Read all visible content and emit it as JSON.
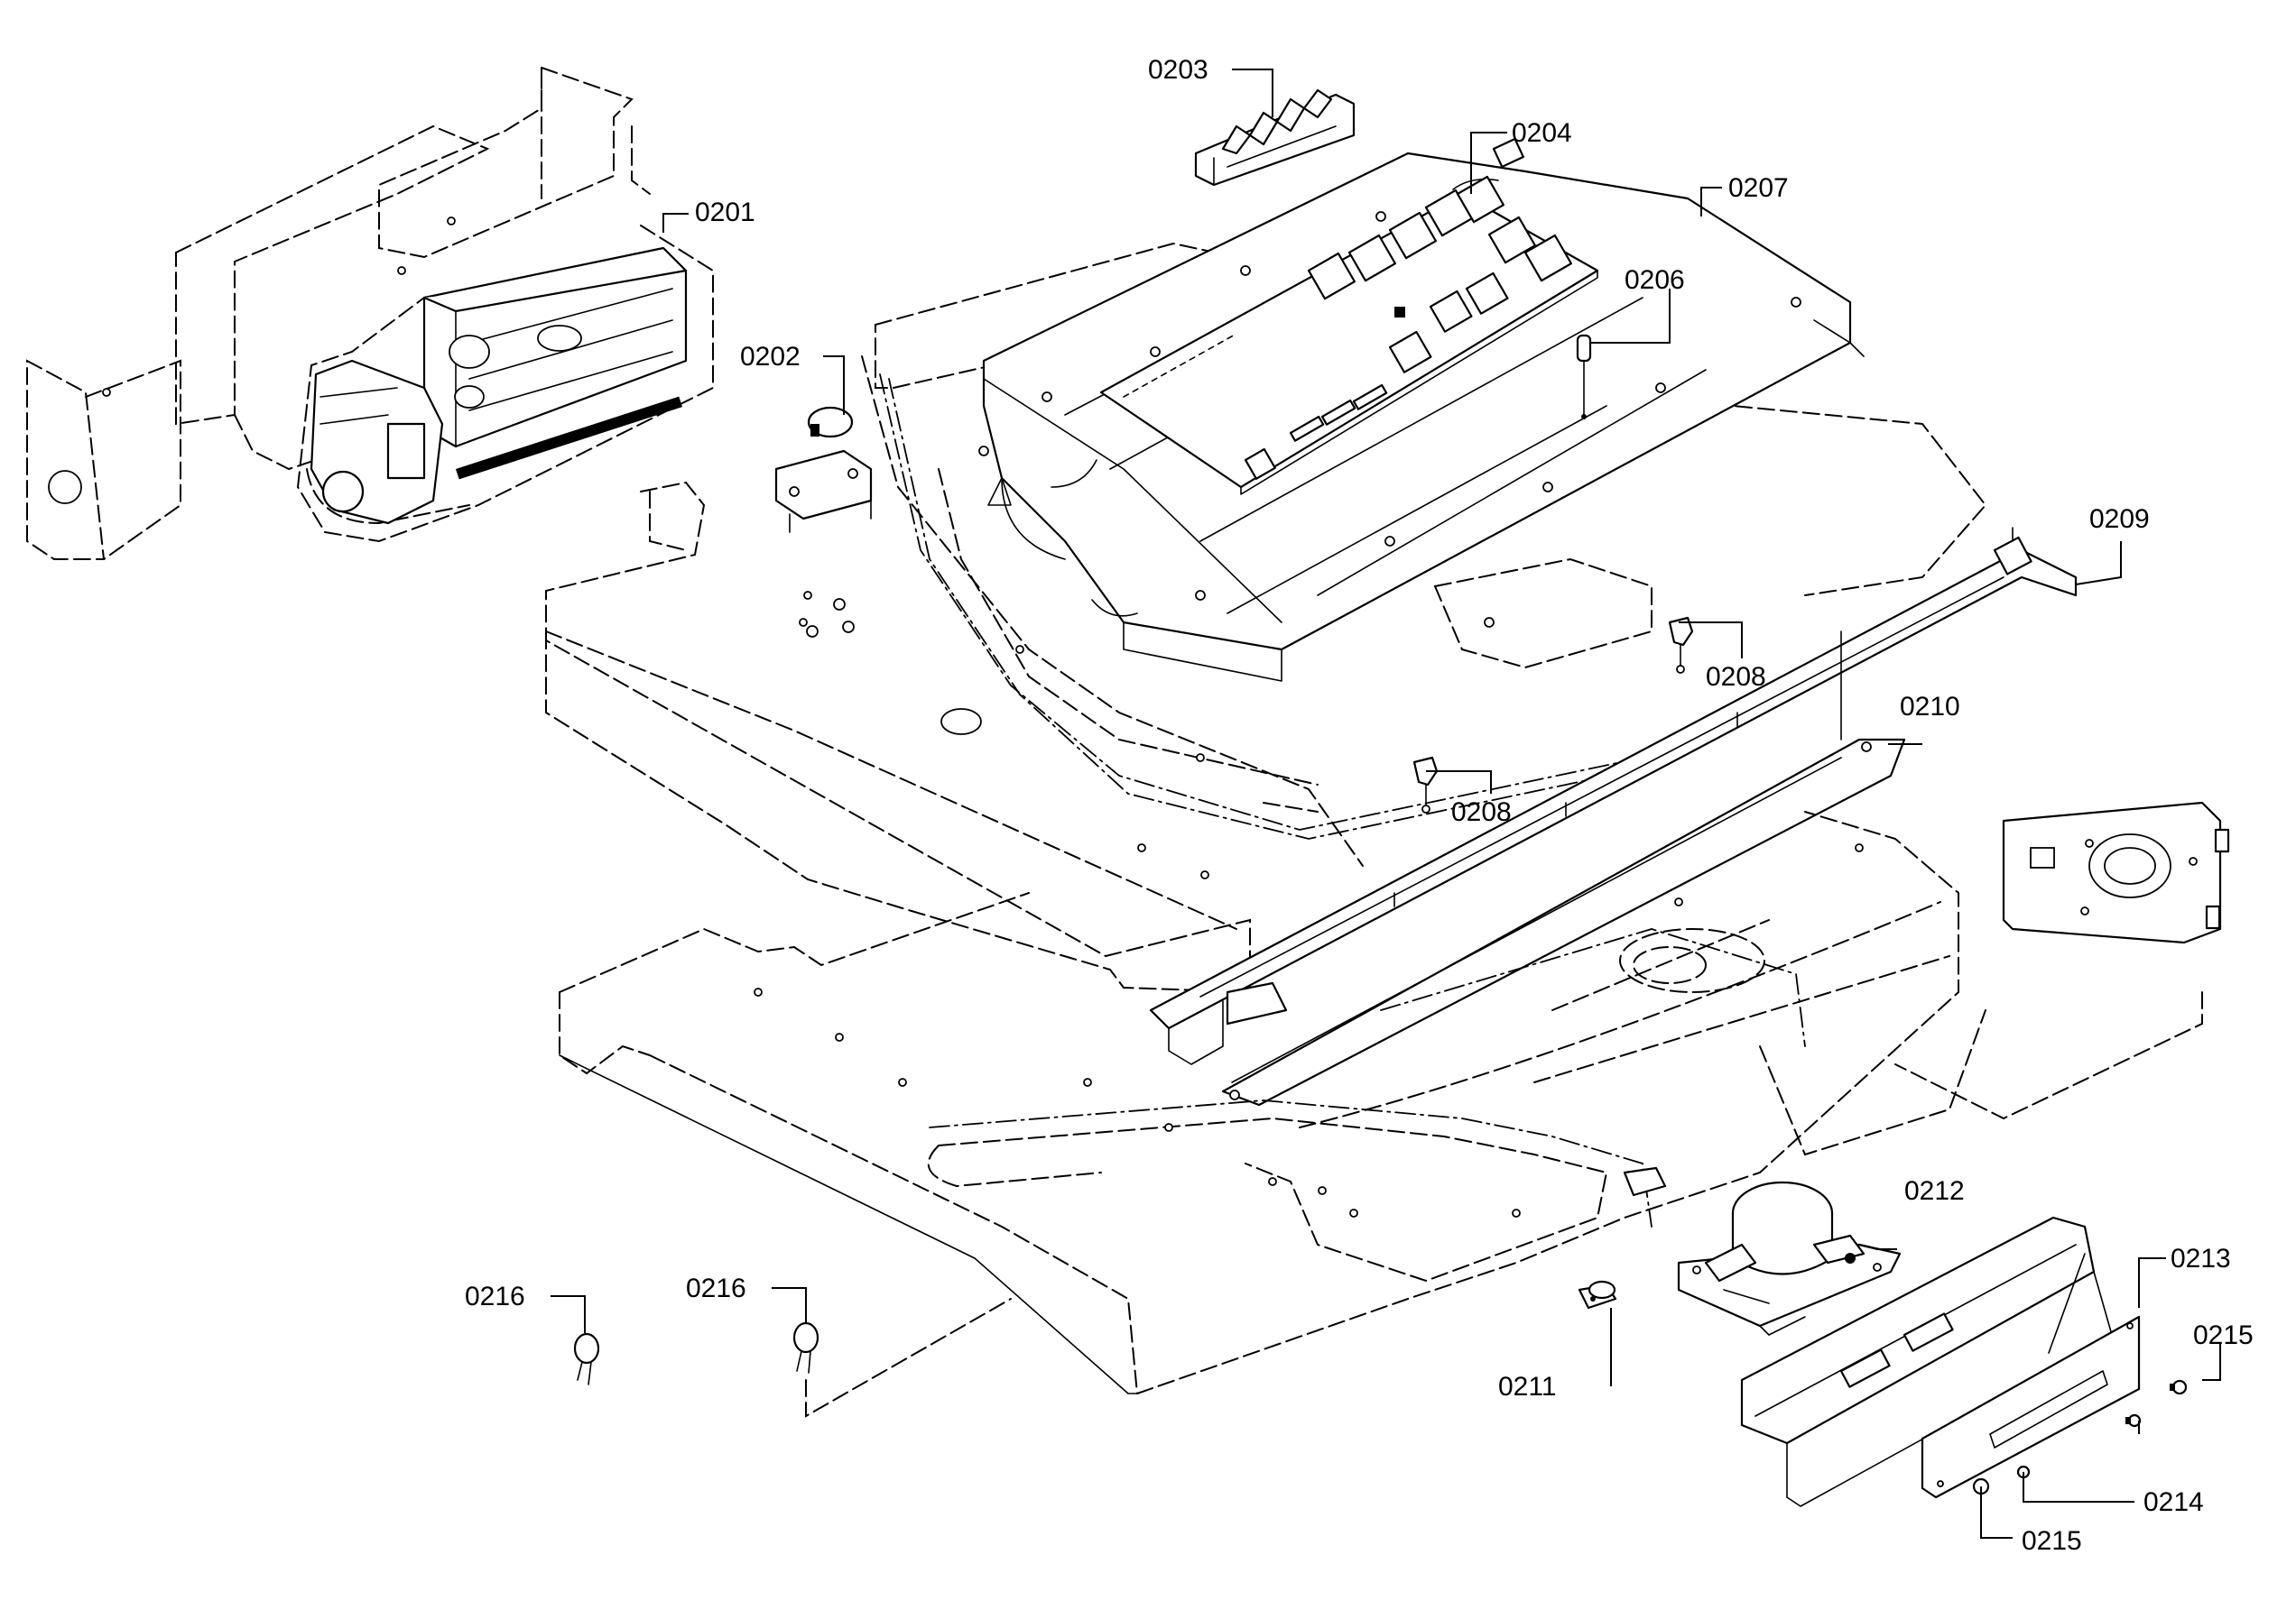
{
  "diagram": {
    "callouts": [
      {
        "id": "c0201",
        "text": "0201"
      },
      {
        "id": "c0202",
        "text": "0202"
      },
      {
        "id": "c0203",
        "text": "0203"
      },
      {
        "id": "c0204",
        "text": "0204"
      },
      {
        "id": "c0206",
        "text": "0206"
      },
      {
        "id": "c0207",
        "text": "0207"
      },
      {
        "id": "c0208a",
        "text": "0208"
      },
      {
        "id": "c0208b",
        "text": "0208"
      },
      {
        "id": "c0209",
        "text": "0209"
      },
      {
        "id": "c0210",
        "text": "0210"
      },
      {
        "id": "c0211",
        "text": "0211"
      },
      {
        "id": "c0212",
        "text": "0212"
      },
      {
        "id": "c0213",
        "text": "0213"
      },
      {
        "id": "c0214",
        "text": "0214"
      },
      {
        "id": "c0215a",
        "text": "0215"
      },
      {
        "id": "c0215b",
        "text": "0215"
      },
      {
        "id": "c0216a",
        "text": "0216"
      },
      {
        "id": "c0216b",
        "text": "0216"
      }
    ]
  }
}
